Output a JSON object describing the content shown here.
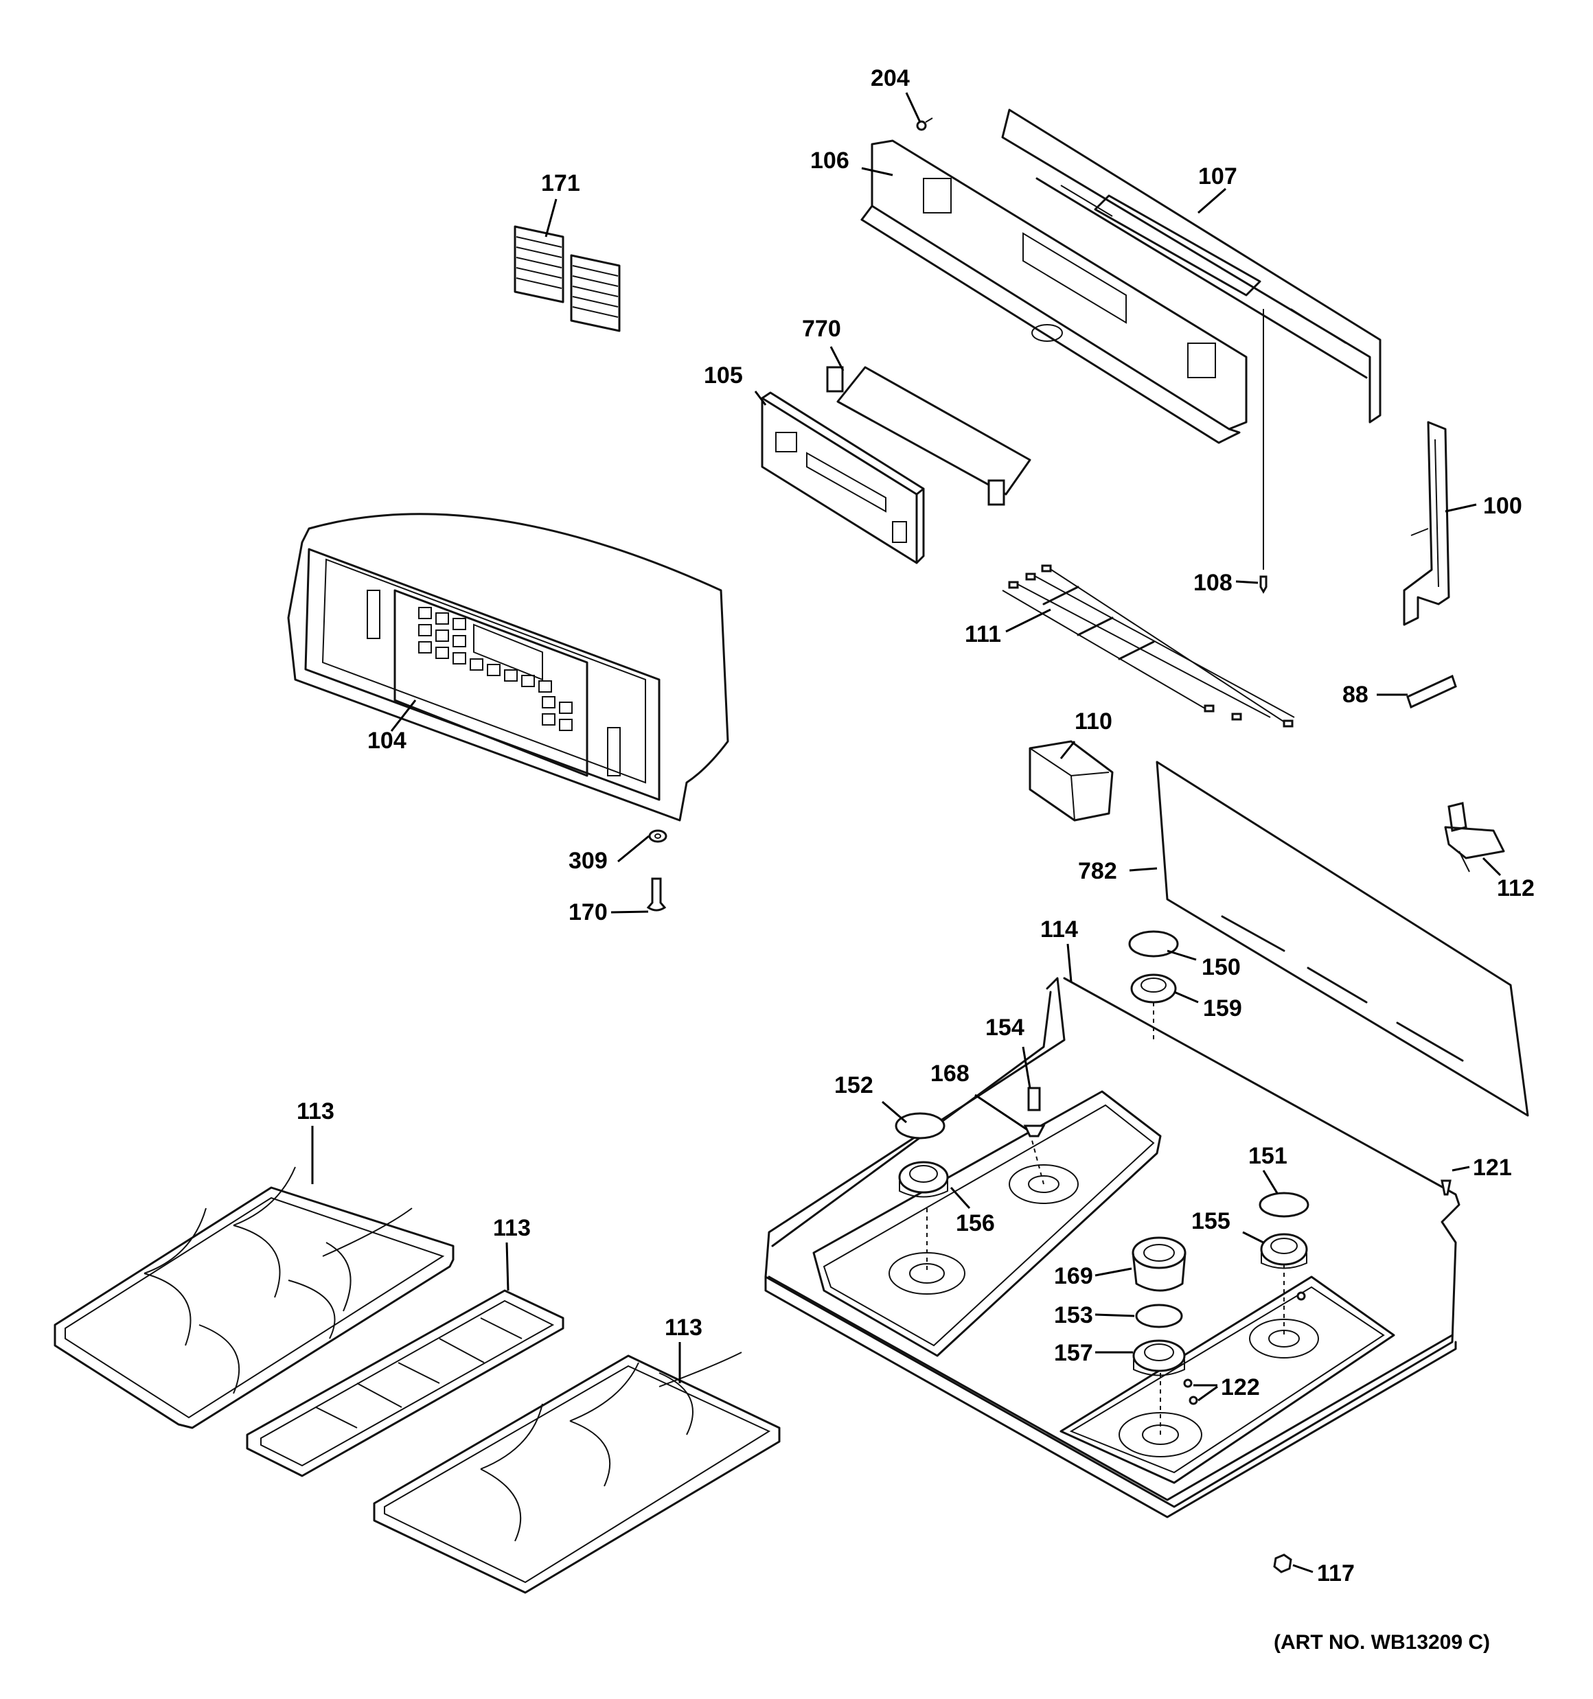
{
  "labels": {
    "p204": "204",
    "p106": "106",
    "p107": "107",
    "p171": "171",
    "p770": "770",
    "p105": "105",
    "p100": "100",
    "p108": "108",
    "p111": "111",
    "p88": "88",
    "p104": "104",
    "p110": "110",
    "p782": "782",
    "p112": "112",
    "p309": "309",
    "p170": "170",
    "p114": "114",
    "p150": "150",
    "p159": "159",
    "p154": "154",
    "p168": "168",
    "p152": "152",
    "p113a": "113",
    "p113b": "113",
    "p113c": "113",
    "p156": "156",
    "p151": "151",
    "p121": "121",
    "p155": "155",
    "p169": "169",
    "p153": "153",
    "p157": "157",
    "p122": "122",
    "p117": "117"
  },
  "art_number": "(ART NO. WB13209 C)"
}
